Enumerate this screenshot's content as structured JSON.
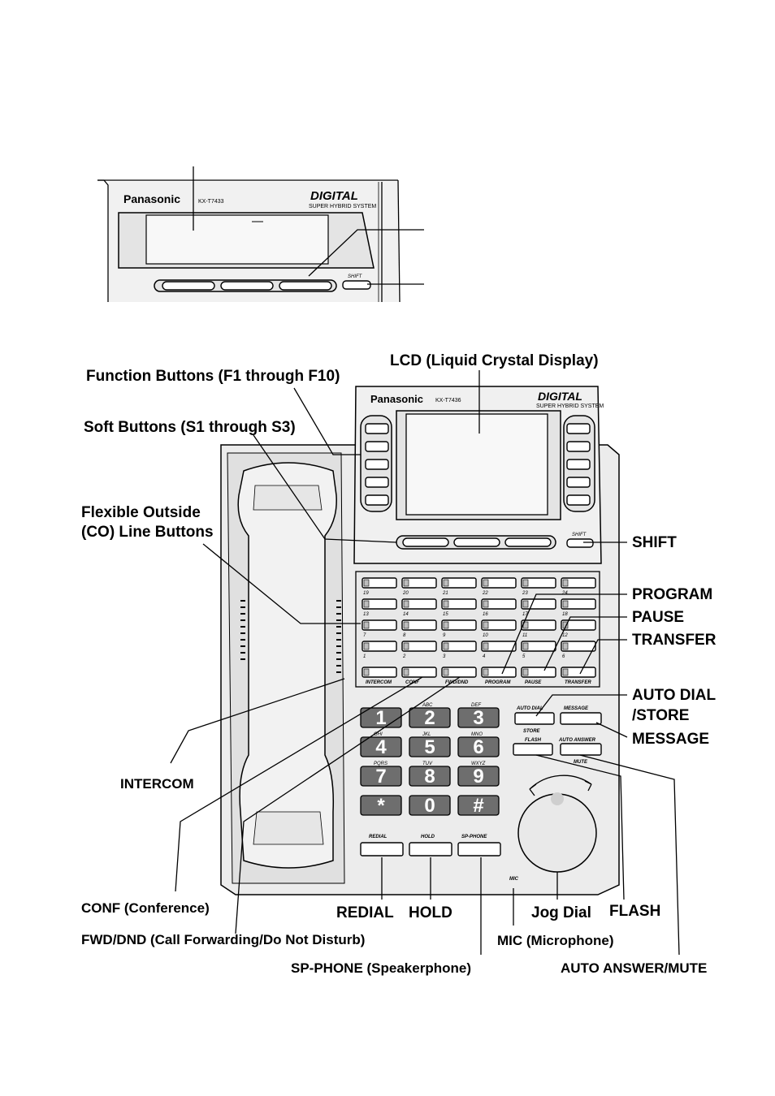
{
  "phone_small": {
    "brand": "Panasonic",
    "model": "KX-T7433",
    "logo": "DIGITAL",
    "logo_sub": "SUPER HYBRID SYSTEM",
    "shift_label": "SHIFT"
  },
  "phone_main": {
    "brand": "Panasonic",
    "model": "KX-T7436",
    "logo": "DIGITAL",
    "logo_sub": "SUPER HYBRID SYSTEM",
    "shift_label": "SHIFT",
    "co_rows": [
      [
        "19",
        "20",
        "21",
        "22",
        "23",
        "24"
      ],
      [
        "13",
        "14",
        "15",
        "16",
        "17",
        "18"
      ],
      [
        "7",
        "8",
        "9",
        "10",
        "11",
        "12"
      ],
      [
        "1",
        "2",
        "3",
        "4",
        "5",
        "6"
      ]
    ],
    "fixed_keys": [
      "INTERCOM",
      "CONF",
      "FWD/DND",
      "PROGRAM",
      "PAUSE",
      "TRANSFER"
    ],
    "keypad": [
      {
        "digit": "1",
        "letters": ""
      },
      {
        "digit": "2",
        "letters": "ABC"
      },
      {
        "digit": "3",
        "letters": "DEF"
      },
      {
        "digit": "4",
        "letters": "GHI"
      },
      {
        "digit": "5",
        "letters": "JKL"
      },
      {
        "digit": "6",
        "letters": "MNO"
      },
      {
        "digit": "7",
        "letters": "PQRS"
      },
      {
        "digit": "8",
        "letters": "TUV"
      },
      {
        "digit": "9",
        "letters": "WXYZ"
      },
      {
        "digit": "*",
        "letters": ""
      },
      {
        "digit": "0",
        "letters": ""
      },
      {
        "digit": "#",
        "letters": ""
      }
    ],
    "key_labels": {
      "auto_dial": "AUTO DIAL",
      "store": "STORE",
      "message": "MESSAGE",
      "flash": "FLASH",
      "auto_answer": "AUTO ANSWER",
      "mute": "MUTE",
      "redial": "REDIAL",
      "hold": "HOLD",
      "sp_phone": "SP-PHONE",
      "mic": "MIC"
    }
  },
  "callouts": {
    "lcd": "LCD (Liquid Crystal Display)",
    "function_buttons": "Function Buttons (F1 through F10)",
    "soft_buttons": "Soft  Buttons (S1 through S3)",
    "flexible_co_1": "Flexible Outside",
    "flexible_co_2": "(CO) Line Buttons",
    "shift": "SHIFT",
    "program": "PROGRAM",
    "pause": "PAUSE",
    "transfer": "TRANSFER",
    "auto_dial_1": "AUTO DIAL",
    "auto_dial_2": "/STORE",
    "message": "MESSAGE",
    "intercom": "INTERCOM",
    "conf": "CONF (Conference)",
    "redial": "REDIAL",
    "hold": "HOLD",
    "jog_dial": "Jog Dial",
    "flash": "FLASH",
    "fwd_dnd": "FWD/DND (Call Forwarding/Do Not Disturb)",
    "mic": "MIC (Microphone)",
    "sp_phone": "SP-PHONE (Speakerphone)",
    "auto_answer": "AUTO ANSWER/MUTE"
  }
}
